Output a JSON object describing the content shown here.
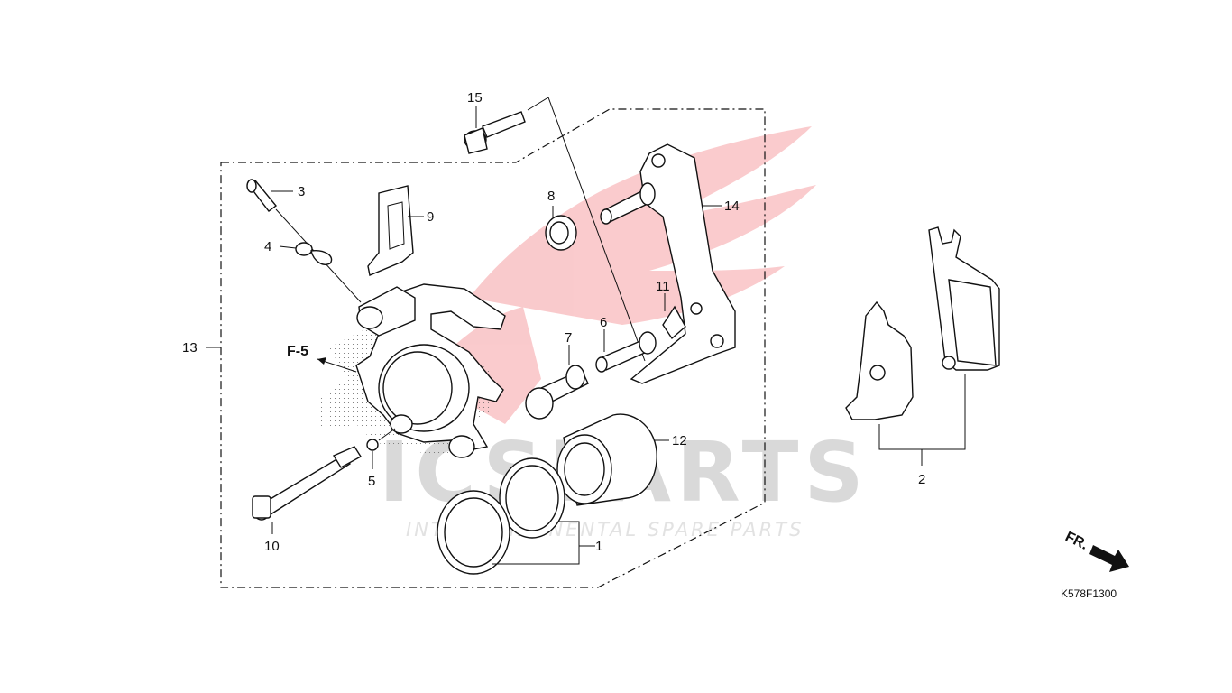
{
  "diagram": {
    "watermark": {
      "brand": "ICSPARTS",
      "tagline": "INTERCONTINENTAL SPARE PARTS",
      "accent_color": "#e8141c"
    },
    "reference_code": "K578F1300",
    "direction_marker": "FR.",
    "section_ref": "F-5",
    "callouts": [
      {
        "id": "1",
        "label": "1"
      },
      {
        "id": "2",
        "label": "2"
      },
      {
        "id": "3",
        "label": "3"
      },
      {
        "id": "4",
        "label": "4"
      },
      {
        "id": "5",
        "label": "5"
      },
      {
        "id": "6",
        "label": "6"
      },
      {
        "id": "7",
        "label": "7"
      },
      {
        "id": "8",
        "label": "8"
      },
      {
        "id": "9",
        "label": "9"
      },
      {
        "id": "10",
        "label": "10"
      },
      {
        "id": "11",
        "label": "11"
      },
      {
        "id": "12",
        "label": "12"
      },
      {
        "id": "13",
        "label": "13"
      },
      {
        "id": "14",
        "label": "14"
      },
      {
        "id": "15",
        "label": "15"
      }
    ]
  }
}
